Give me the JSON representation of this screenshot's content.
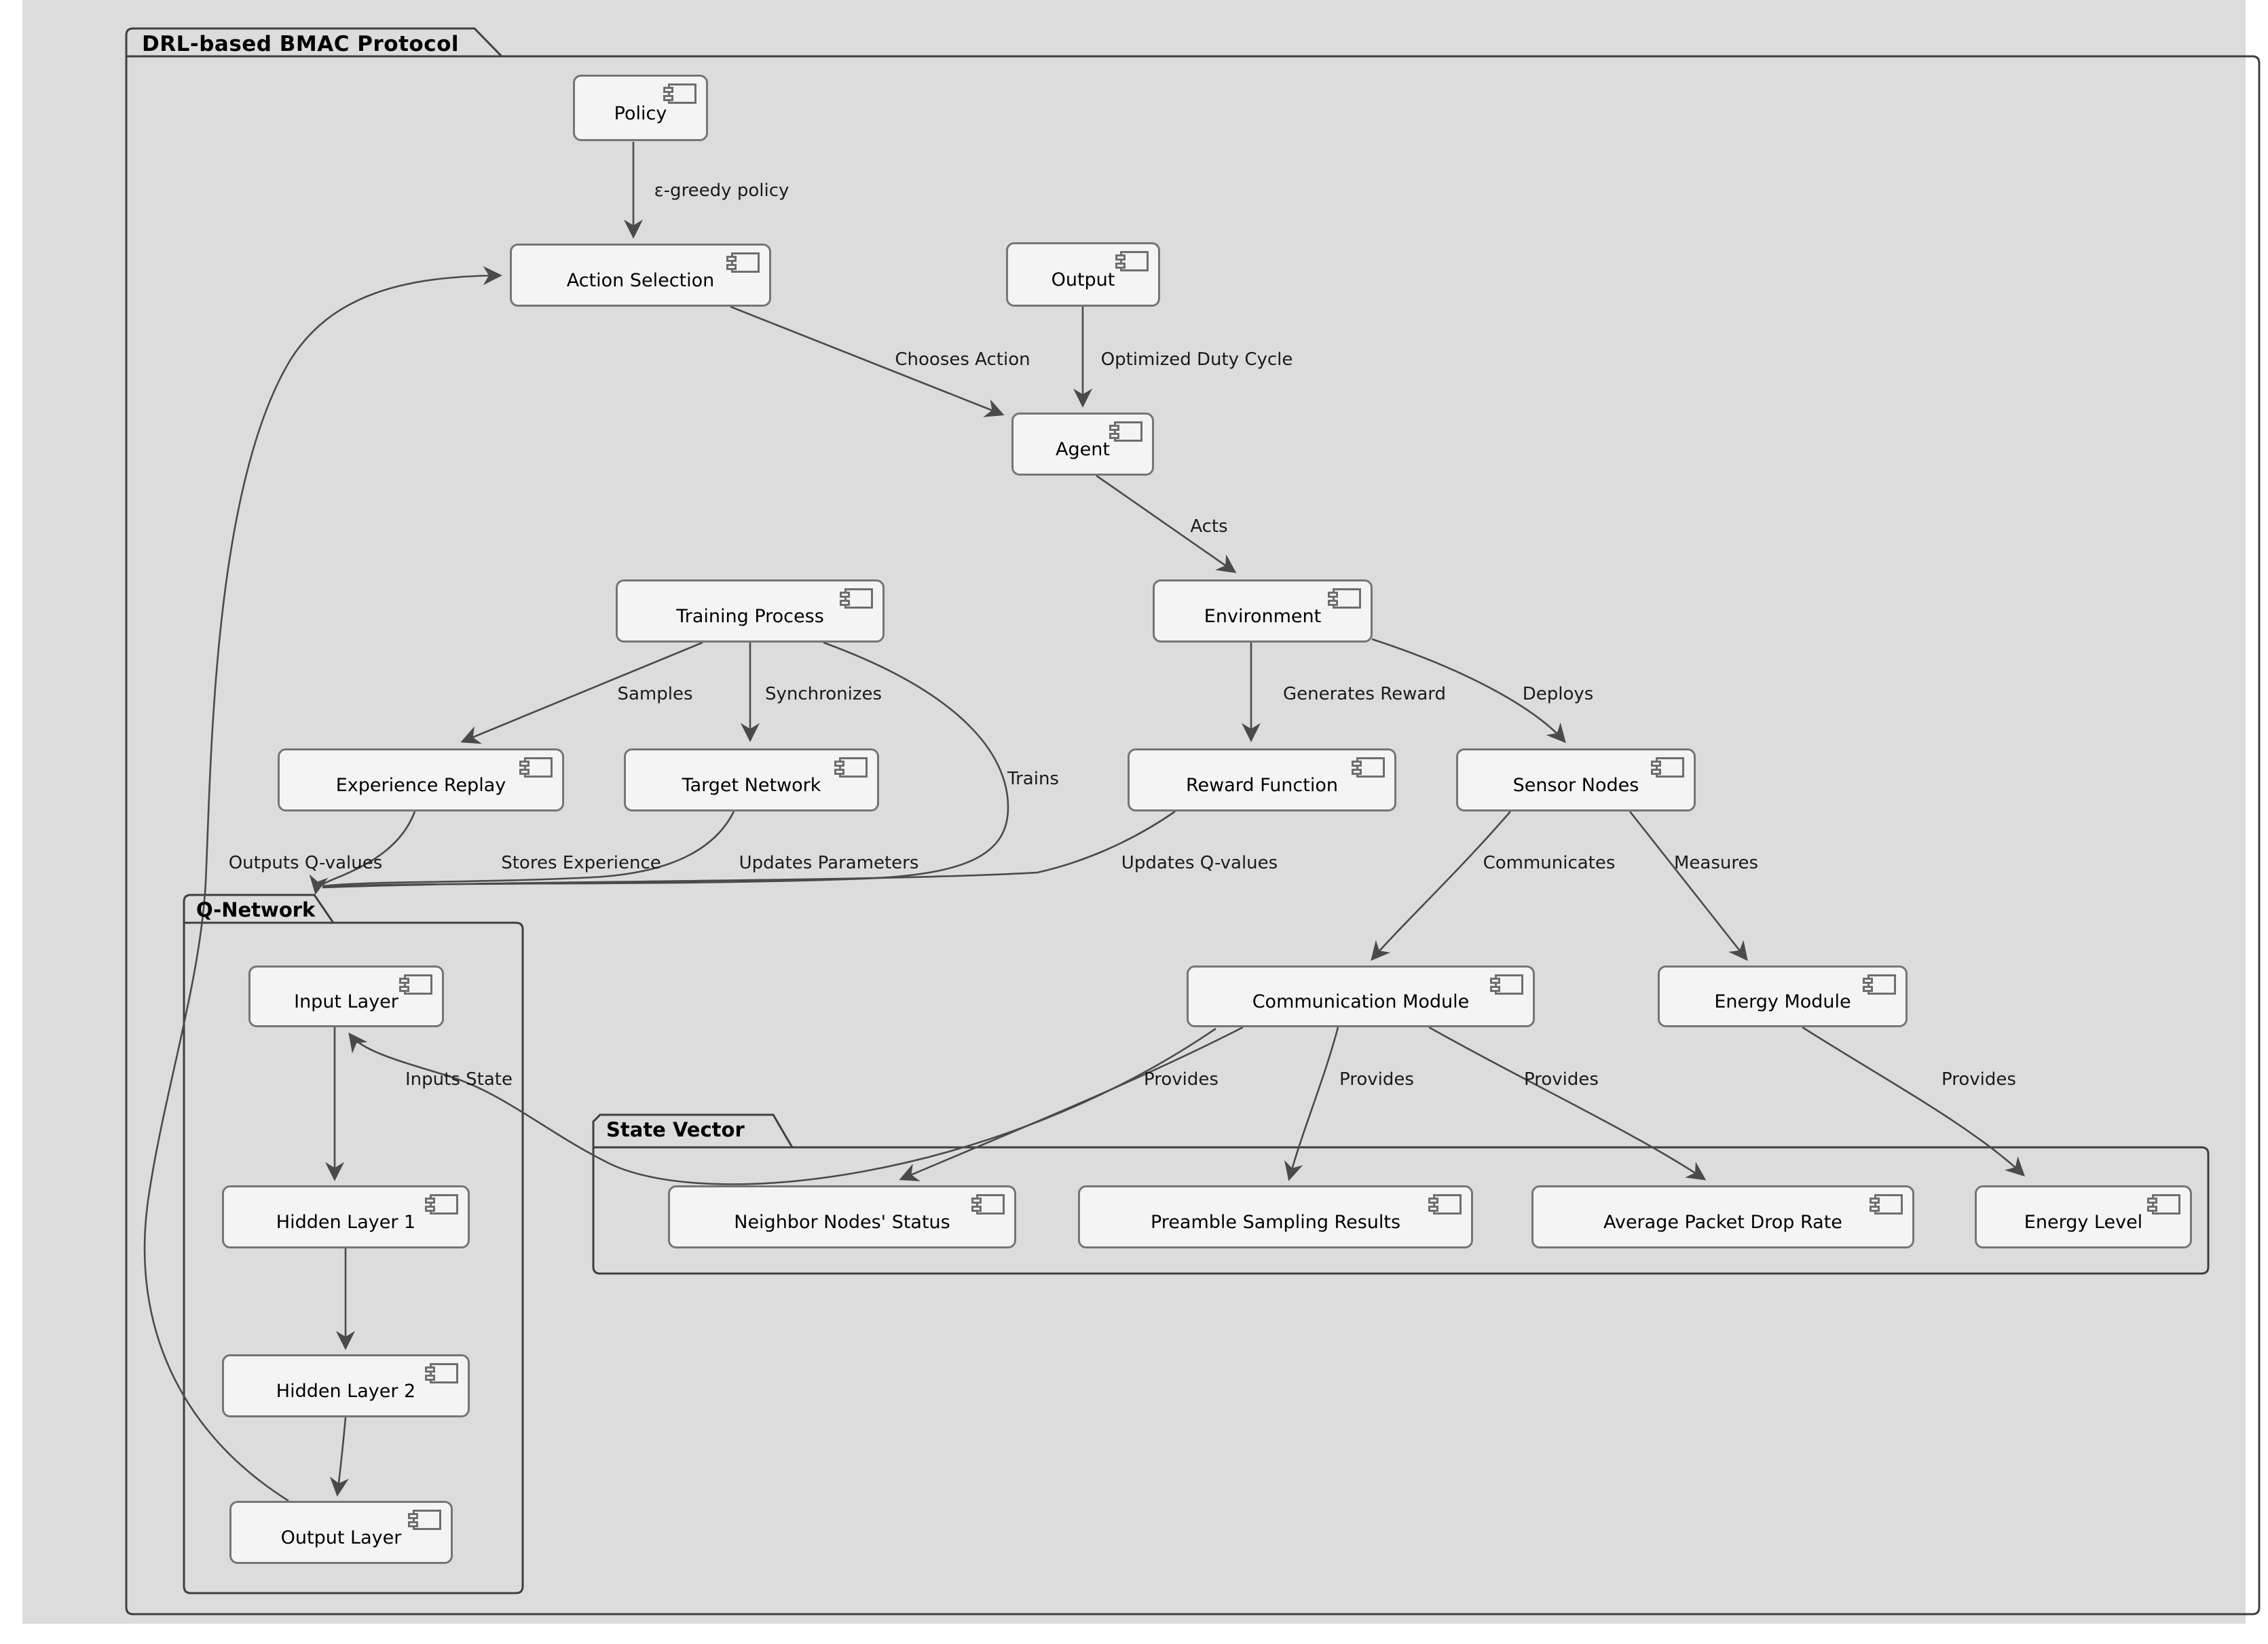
{
  "diagram": {
    "frames": {
      "outer": {
        "title": "DRL-based BMAC Protocol"
      },
      "q_network": {
        "title": "Q-Network"
      },
      "state_vector": {
        "title": "State Vector"
      }
    },
    "nodes": {
      "policy": {
        "label": "Policy"
      },
      "action_selection": {
        "label": "Action Selection"
      },
      "output": {
        "label": "Output"
      },
      "agent": {
        "label": "Agent"
      },
      "training_process": {
        "label": "Training Process"
      },
      "environment": {
        "label": "Environment"
      },
      "experience_replay": {
        "label": "Experience Replay"
      },
      "target_network": {
        "label": "Target Network"
      },
      "reward_function": {
        "label": "Reward Function"
      },
      "sensor_nodes": {
        "label": "Sensor Nodes"
      },
      "input_layer": {
        "label": "Input Layer"
      },
      "hidden_layer_1": {
        "label": "Hidden Layer 1"
      },
      "hidden_layer_2": {
        "label": "Hidden Layer 2"
      },
      "output_layer": {
        "label": "Output Layer"
      },
      "communication_module": {
        "label": "Communication Module"
      },
      "energy_module": {
        "label": "Energy Module"
      },
      "neighbor_nodes_status": {
        "label": "Neighbor Nodes' Status"
      },
      "preamble_sampling_results": {
        "label": "Preamble Sampling Results"
      },
      "average_packet_drop_rate": {
        "label": "Average Packet Drop Rate"
      },
      "energy_level": {
        "label": "Energy Level"
      }
    },
    "edges": {
      "e_greedy": {
        "label": "ε-greedy policy"
      },
      "chooses_action": {
        "label": "Chooses Action"
      },
      "optimized_duty_cycle": {
        "label": "Optimized Duty Cycle"
      },
      "acts": {
        "label": "Acts"
      },
      "samples": {
        "label": "Samples"
      },
      "synchronizes": {
        "label": "Synchronizes"
      },
      "trains": {
        "label": "Trains"
      },
      "stores_experience": {
        "label": "Stores Experience"
      },
      "updates_parameters": {
        "label": "Updates Parameters"
      },
      "updates_q_values": {
        "label": "Updates Q-values"
      },
      "outputs_q_values": {
        "label": "Outputs Q-values"
      },
      "generates_reward": {
        "label": "Generates Reward"
      },
      "deploys": {
        "label": "Deploys"
      },
      "communicates": {
        "label": "Communicates"
      },
      "measures": {
        "label": "Measures"
      },
      "provides_neighbor": {
        "label": "Provides"
      },
      "provides_preamble": {
        "label": "Provides"
      },
      "provides_drop_rate": {
        "label": "Provides"
      },
      "provides_energy": {
        "label": "Provides"
      },
      "inputs_state": {
        "label": "Inputs State"
      }
    },
    "colors": {
      "page_background": "#ffffff",
      "canvas_background": "#dcdcdc",
      "node_fill": "#f4f4f4",
      "node_border": "#757575",
      "frame_stroke": "#3f3f3f",
      "wire": "#4a4a4a",
      "text": "#000000"
    }
  }
}
